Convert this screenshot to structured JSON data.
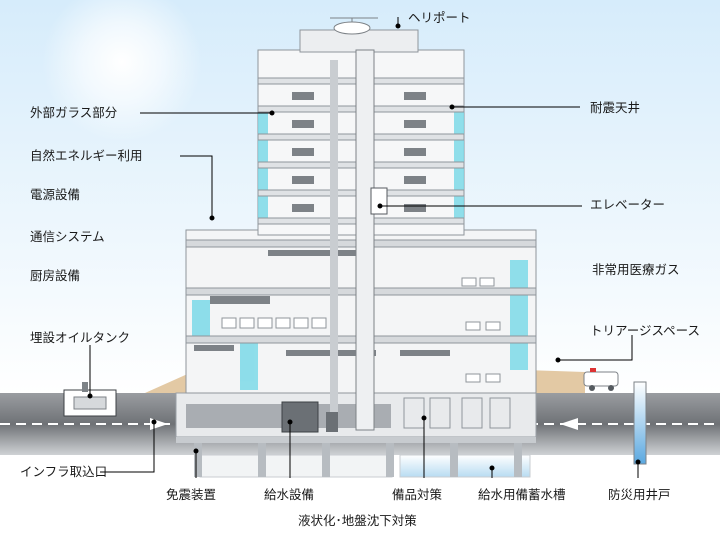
{
  "labels": {
    "heliport": "ヘリポート",
    "exterior_glass": "外部ガラス部分",
    "seismic_ceiling": "耐震天井",
    "natural_energy": "自然エネルギー利用",
    "power_equipment": "電源設備",
    "elevator": "エレベーター",
    "communication_system": "通信システム",
    "kitchen_equipment": "厨房設備",
    "emergency_medical_gas": "非常用医療ガス",
    "buried_oil_tank": "埋設オイルタンク",
    "triage_space": "トリアージスペース",
    "infrastructure_intake": "インフラ取込口",
    "seismic_isolation": "免震装置",
    "water_supply": "給水設備",
    "supplies_measures": "備品対策",
    "water_storage_tank": "給水用備蓄水槽",
    "disaster_well": "防災用井戸",
    "liquefaction_measures": "液状化･地盤沈下対策"
  },
  "colors": {
    "sky_top": "#cfe6f7",
    "ground": "#8c8f93",
    "glass_accent": "#6fd6e6",
    "water": "#cde8f7"
  }
}
